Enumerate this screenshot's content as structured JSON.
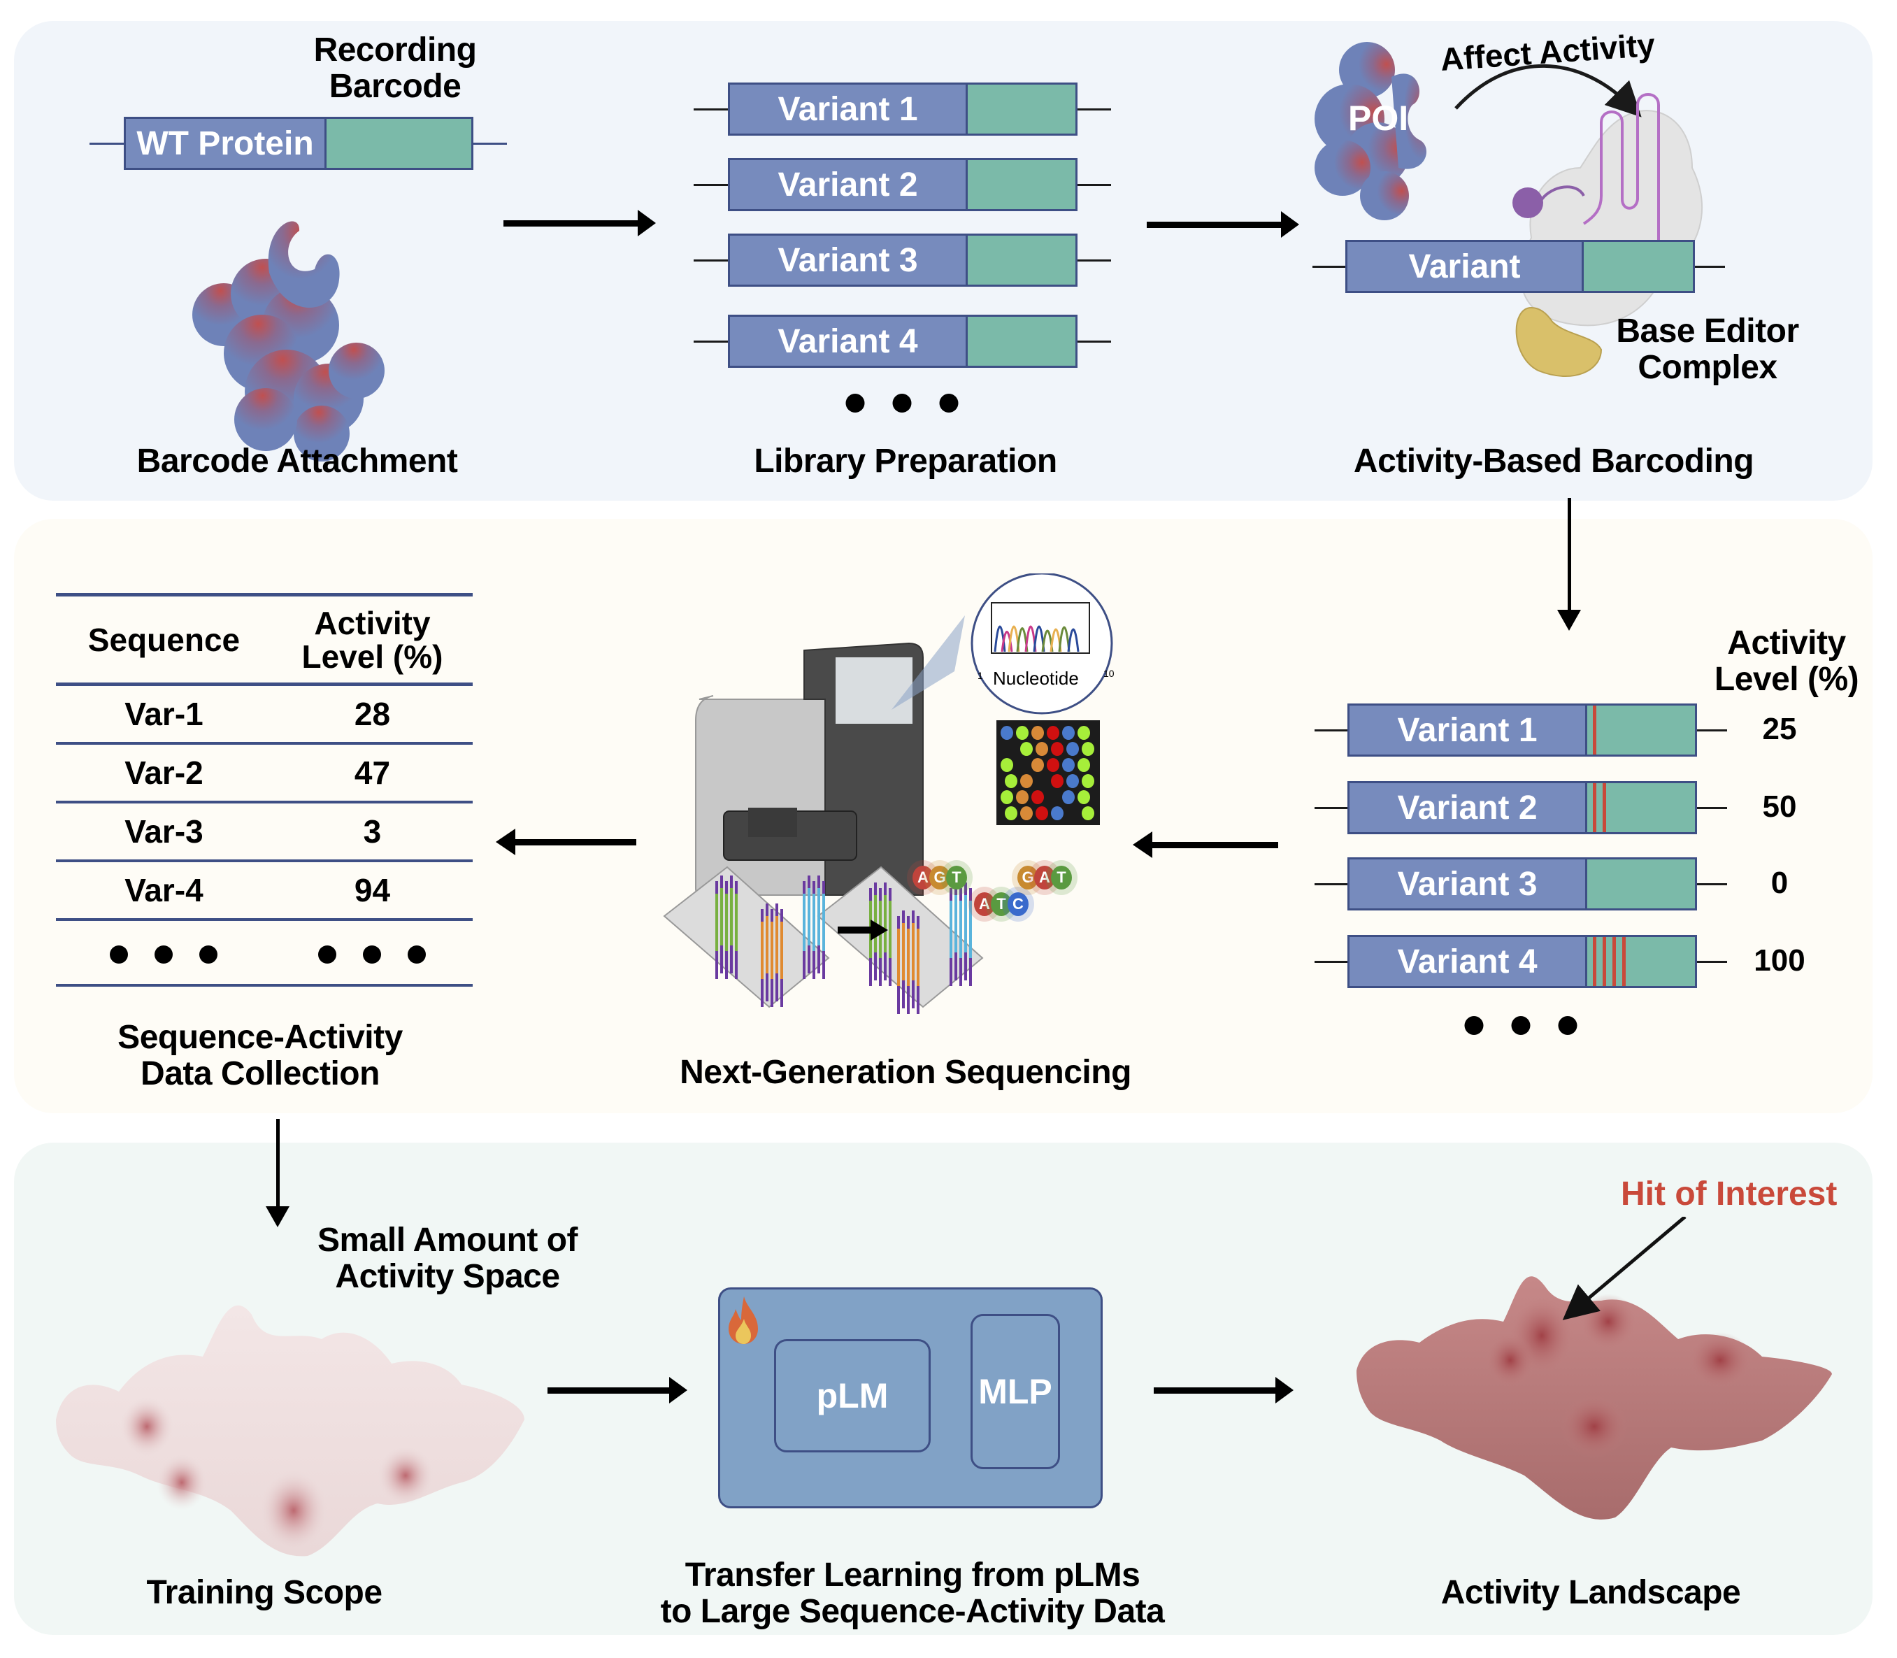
{
  "colors": {
    "protein_blue": "#778bbd",
    "outline_blue": "#3e4f85",
    "barcode_green": "#7bbaa9",
    "mutation_red": "#c9493a",
    "hit_red": "#c9493a",
    "panel_top_bg": "#f1f5fa",
    "panel_middle_bg": "#fefcf6",
    "panel_bottom_bg": "#f1f7f5"
  },
  "stage1": {
    "title": "Barcode Attachment",
    "barcode_label_line1": "Recording",
    "barcode_label_line2": "Barcode",
    "construct_label": "WT Protein"
  },
  "stage2": {
    "title": "Library Preparation",
    "variants": [
      "Variant 1",
      "Variant 2",
      "Variant 3",
      "Variant 4"
    ]
  },
  "stage3": {
    "title": "Activity-Based Barcoding",
    "poi_label": "POI",
    "arrow_label": "Affect Activity",
    "construct_label": "Variant",
    "editor_label_line1": "Base Editor",
    "editor_label_line2": "Complex"
  },
  "stage4": {
    "header_line1": "Activity",
    "header_line2": "Level (%)",
    "variants": [
      {
        "label": "Variant 1",
        "activity": "25",
        "mutations": 1
      },
      {
        "label": "Variant 2",
        "activity": "50",
        "mutations": 2
      },
      {
        "label": "Variant 3",
        "activity": "0",
        "mutations": 0
      },
      {
        "label": "Variant 4",
        "activity": "100",
        "mutations": 4
      }
    ]
  },
  "stage5": {
    "title": "Next-Generation Sequencing",
    "chromatogram_xlabel": "Nucleotide",
    "chromatogram_tick_start": "1",
    "chromatogram_tick_end": "10",
    "base_calls_1": [
      "A",
      "G",
      "T"
    ],
    "base_calls_2": [
      "A",
      "T",
      "C"
    ],
    "base_calls_3": [
      "G",
      "A",
      "T"
    ]
  },
  "stage6": {
    "title_line1": "Sequence-Activity",
    "title_line2": "Data Collection",
    "columns": [
      "Sequence",
      "Activity Level (%)"
    ],
    "column2_line1": "Activity",
    "column2_line2": "Level (%)",
    "rows": [
      {
        "sequence": "Var-1",
        "activity": "28"
      },
      {
        "sequence": "Var-2",
        "activity": "47"
      },
      {
        "sequence": "Var-3",
        "activity": "3"
      },
      {
        "sequence": "Var-4",
        "activity": "94"
      }
    ]
  },
  "stage7": {
    "title": "Training Scope",
    "annotation_line1": "Small Amount of",
    "annotation_line2": "Activity Space"
  },
  "stage8": {
    "title_line1": "Transfer Learning from pLMs",
    "title_line2": "to Large Sequence-Activity Data",
    "model_block_1": "pLM",
    "model_block_2": "MLP",
    "icon": "flame-icon"
  },
  "stage9": {
    "title": "Activity Landscape",
    "annotation": "Hit of Interest"
  }
}
